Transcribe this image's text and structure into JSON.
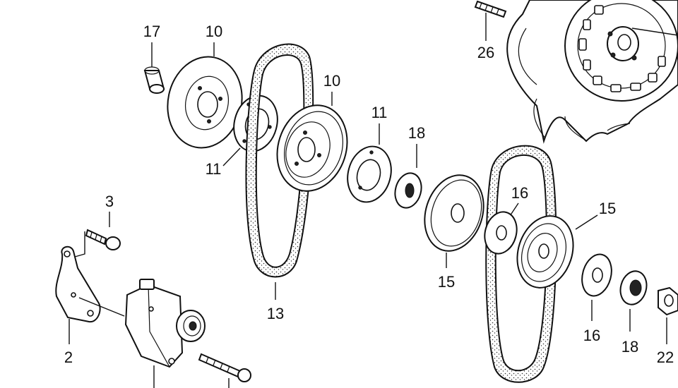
{
  "labels": {
    "bushing_17": "17",
    "pulley_half_10_top": "10",
    "pulley_half_10_mid": "10",
    "shim_11_top": "11",
    "shim_11_left": "11",
    "spacer_18_top": "18",
    "spacer_18_bottom": "18",
    "stud_26": "26",
    "bolt_3": "3",
    "bracket_2": "2",
    "belt_13": "13",
    "pulley_half_15_mid": "15",
    "pulley_half_15_right": "15",
    "shim_16_top": "16",
    "shim_16_bottom": "16",
    "nut_22": "22"
  }
}
